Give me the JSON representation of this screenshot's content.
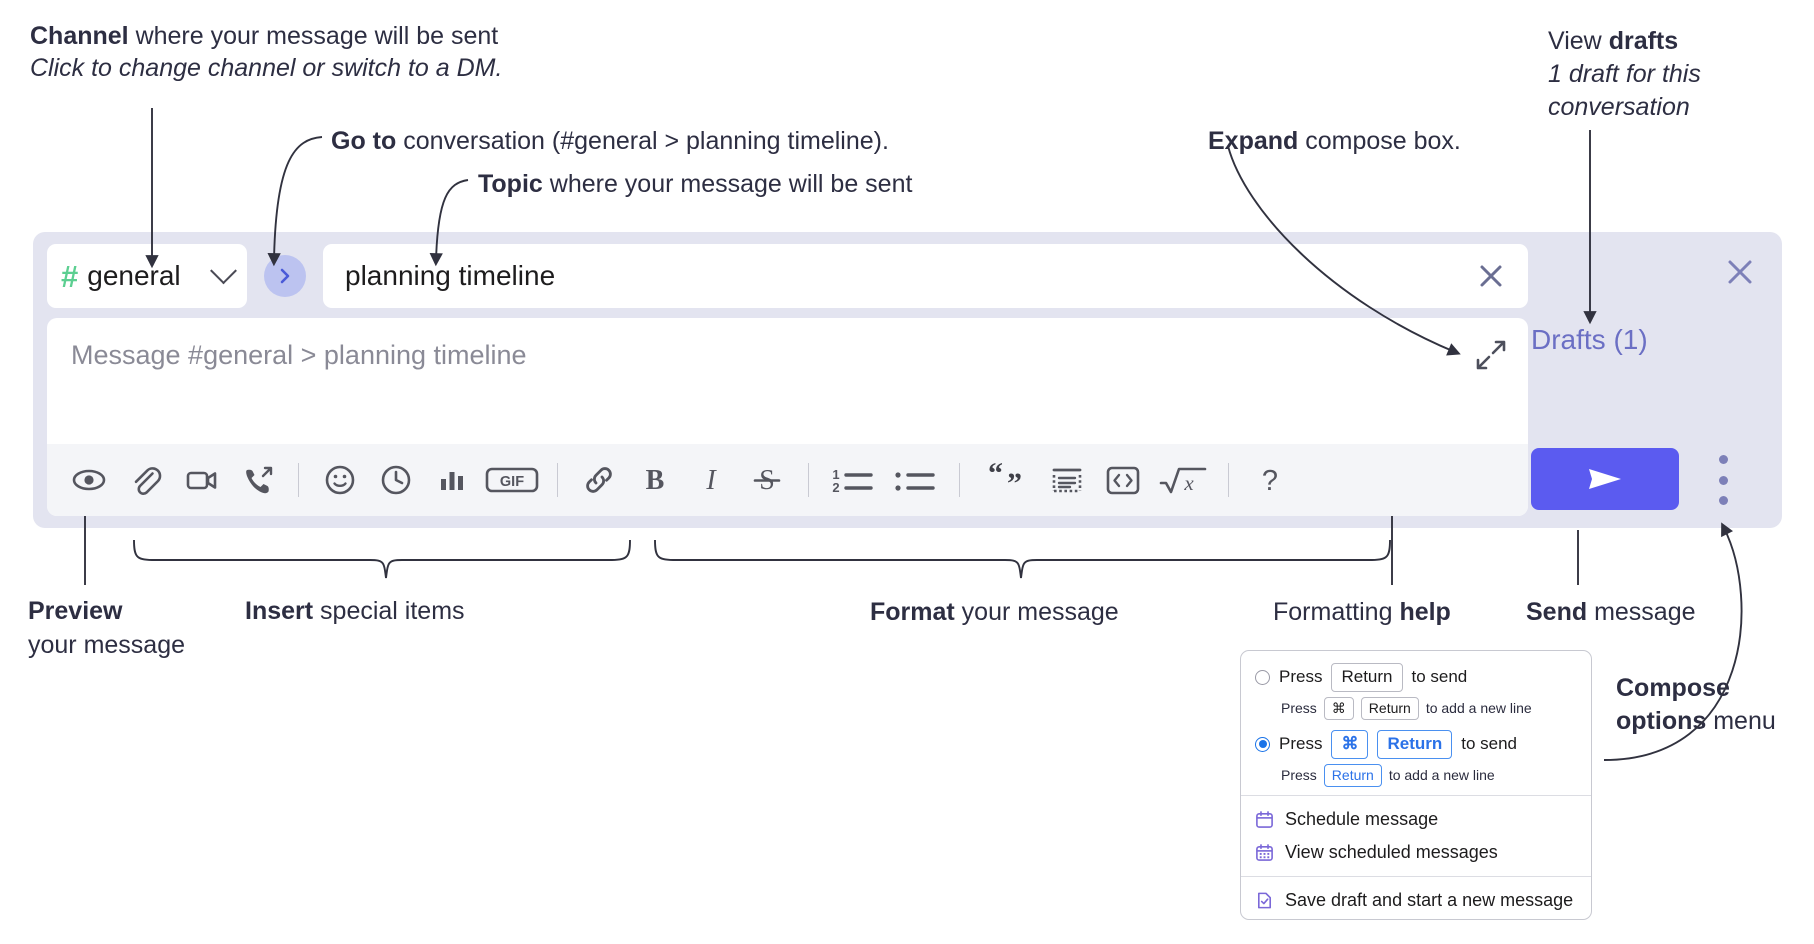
{
  "annotations": {
    "channel": {
      "bold": "Channel",
      "rest": " where your message will be sent",
      "sub": "Click to change channel or switch to a DM."
    },
    "goto": {
      "bold": "Go to",
      "rest": " conversation (#general > planning timeline)."
    },
    "topic": {
      "bold": "Topic",
      "rest": " where your message will be sent"
    },
    "expand": {
      "bold": "Expand",
      "rest": " compose box."
    },
    "drafts": {
      "plain": "View ",
      "bold": "drafts",
      "sub": "1 draft for this conversation"
    },
    "preview": {
      "bold": "Preview",
      "sub": "your message"
    },
    "insert": {
      "bold": "Insert",
      "rest": " special items"
    },
    "format": {
      "bold": "Format",
      "rest": " your message"
    },
    "help": {
      "plain": "Formatting ",
      "bold": "help"
    },
    "send": {
      "bold": "Send",
      "rest": " message"
    },
    "compose_menu": {
      "bold": "Compose options",
      "rest": " menu"
    }
  },
  "compose": {
    "channel_chip": {
      "hash": "#",
      "name": "general",
      "chevron": "chevron-down-icon"
    },
    "go_button_label": "go-to-conversation",
    "topic": {
      "value": "planning timeline",
      "clear_label": "clear-topic"
    },
    "message": {
      "placeholder": "Message #general > planning timeline"
    },
    "expand_label": "expand-compose-box",
    "close_label": "close-compose",
    "drafts_label": "Drafts (1)",
    "send_label": "send-message",
    "overflow_label": "compose-options",
    "toolbar": [
      {
        "name": "preview-icon",
        "label": "Preview"
      },
      {
        "name": "attachment-icon",
        "label": "Attach file"
      },
      {
        "name": "video-icon",
        "label": "Record video clip"
      },
      {
        "name": "call-forward-icon",
        "label": "Huddle"
      },
      {
        "name": "divider",
        "label": ""
      },
      {
        "name": "emoji-icon",
        "label": "Emoji"
      },
      {
        "name": "clock-icon",
        "label": "Reminder"
      },
      {
        "name": "poll-icon",
        "label": "Poll"
      },
      {
        "name": "gif-icon",
        "label": "GIF"
      },
      {
        "name": "divider",
        "label": ""
      },
      {
        "name": "link-icon",
        "label": "Link"
      },
      {
        "name": "bold-icon",
        "label": "B"
      },
      {
        "name": "italic-icon",
        "label": "I"
      },
      {
        "name": "strikethrough-icon",
        "label": "S"
      },
      {
        "name": "divider",
        "label": ""
      },
      {
        "name": "ordered-list-icon",
        "label": "Ordered list"
      },
      {
        "name": "bulleted-list-icon",
        "label": "Bulleted list"
      },
      {
        "name": "divider",
        "label": ""
      },
      {
        "name": "blockquote-icon",
        "label": "Blockquote"
      },
      {
        "name": "code-block-icon",
        "label": "Code block"
      },
      {
        "name": "inline-code-icon",
        "label": "Code"
      },
      {
        "name": "latex-icon",
        "label": "LaTeX"
      },
      {
        "name": "divider",
        "label": ""
      },
      {
        "name": "help-icon",
        "label": "?"
      }
    ]
  },
  "menu": {
    "options": [
      {
        "selected": false,
        "main_pre": "Press",
        "main_key": "Return",
        "main_post": "to send",
        "sub_pre": "Press",
        "sub_key1": "⌘",
        "sub_key2": "Return",
        "sub_post": "to add a new line"
      },
      {
        "selected": true,
        "main_pre": "Press",
        "main_key1": "⌘",
        "main_key2": "Return",
        "main_post": "to send",
        "sub_pre": "Press",
        "sub_key": "Return",
        "sub_post": "to add a new line"
      }
    ],
    "items": [
      {
        "icon": "calendar-icon",
        "label": "Schedule message"
      },
      {
        "icon": "calendar-grid-icon",
        "label": "View scheduled messages"
      },
      {
        "icon": "save-draft-icon",
        "label": "Save draft and start a new message"
      }
    ]
  },
  "colors": {
    "panel_bg": "#e3e4f0",
    "hash_green": "#5ccf91",
    "go_circle": "#bcc3f0",
    "send_indigo": "#5b5bf0",
    "drafts_purple": "#6b6fc4",
    "menu_blue": "#1a73e8",
    "menu_purple": "#7b68d8",
    "ink": "#2d2e42"
  }
}
